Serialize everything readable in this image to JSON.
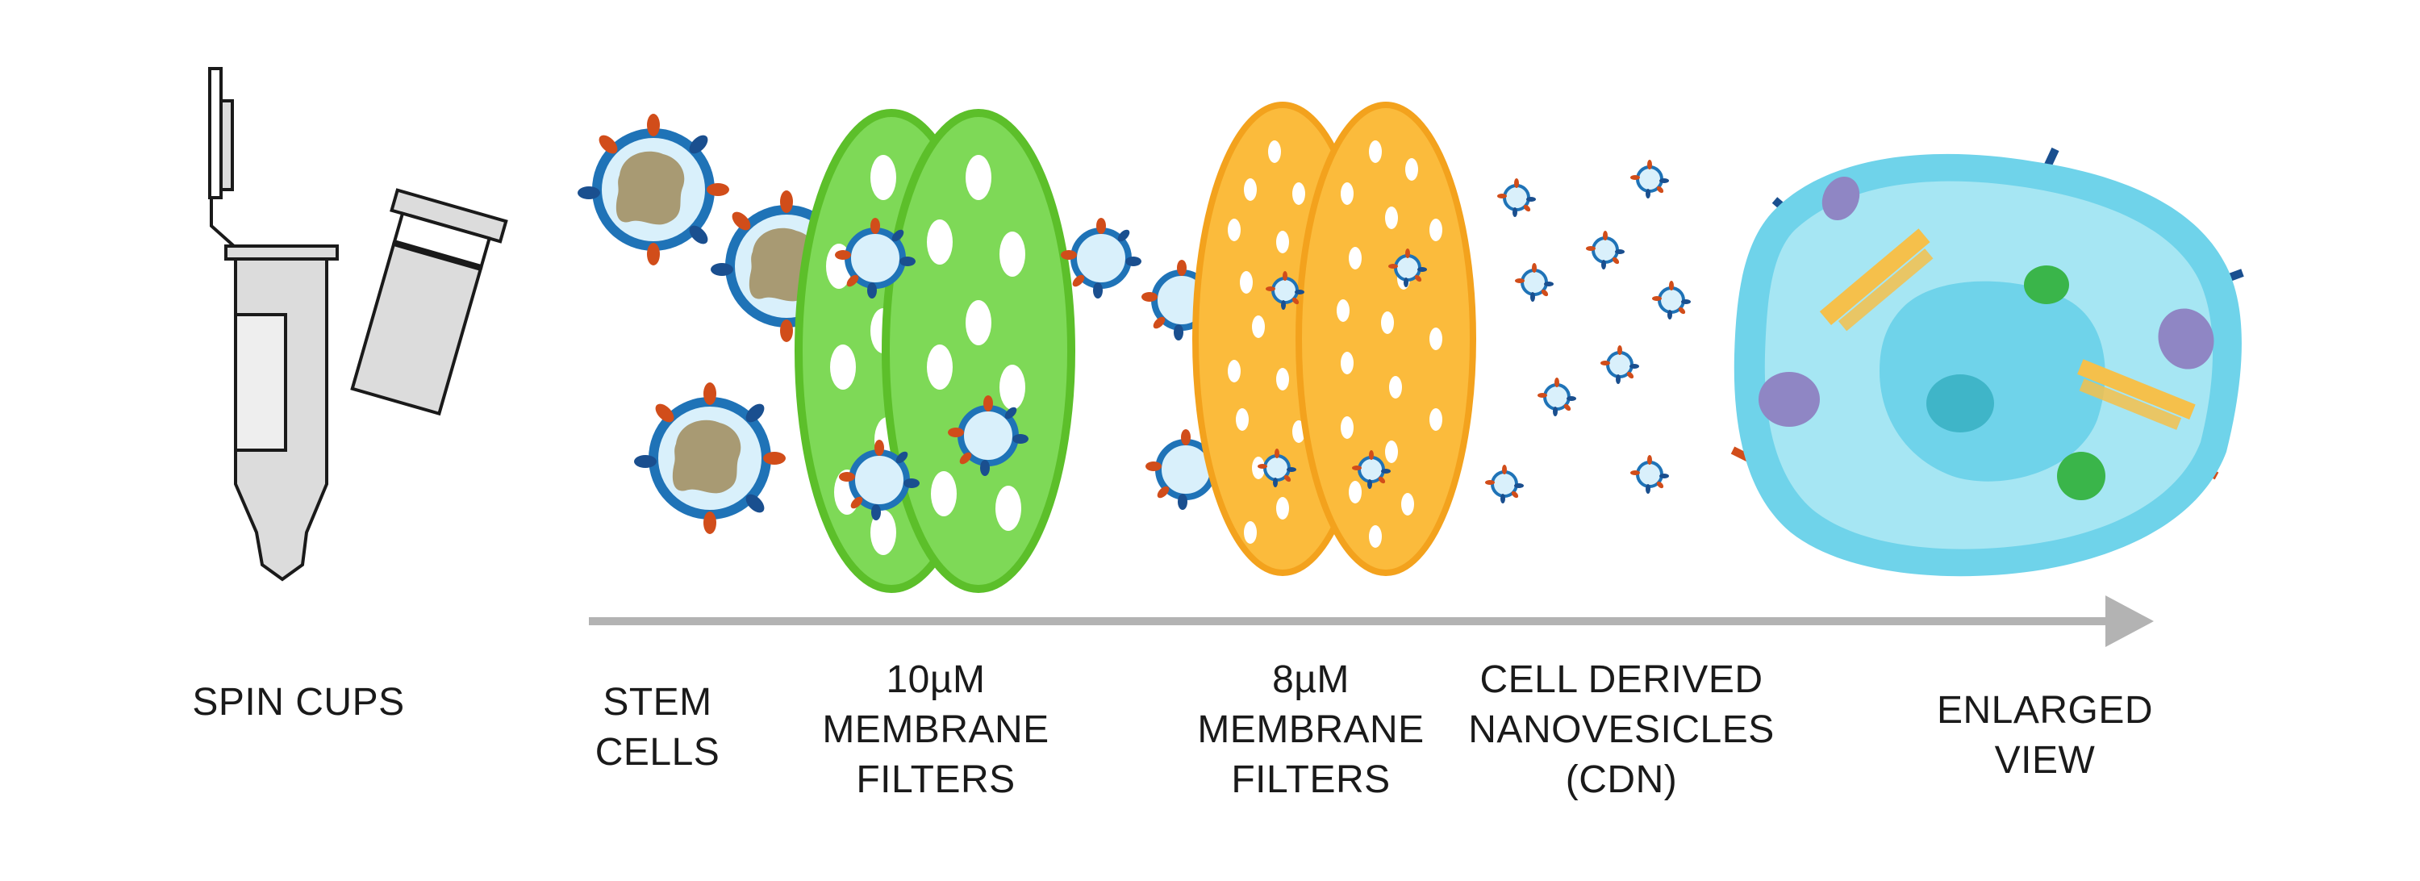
{
  "labels": {
    "spin_cups": "SPIN CUPS",
    "stem_cells": [
      "STEM",
      "CELLS"
    ],
    "membrane_10": [
      "10µM",
      "MEMBRANE",
      "FILTERS"
    ],
    "membrane_8": [
      "8µM",
      "MEMBRANE",
      "FILTERS"
    ],
    "cdn": [
      "CELL DERIVED",
      "NANOVESICLES",
      "(CDN)"
    ],
    "enlarged": [
      "ENLARGED",
      "VIEW"
    ]
  },
  "colors": {
    "green_filter": "#7ed957",
    "green_filter_edge": "#5cbf2a",
    "orange_filter": "#fbbb3c",
    "orange_filter_edge": "#f3a21d",
    "cell_ring": "#1f73b7",
    "cell_fill": "#d9f0fb",
    "nucleus": "#a89a73",
    "receptor_red": "#d14d1a",
    "receptor_blue": "#1a4f8f",
    "arrow": "#b3b3b3",
    "enlarged_outer": "#6fd3ea",
    "enlarged_inner": "#a6e6f3"
  }
}
